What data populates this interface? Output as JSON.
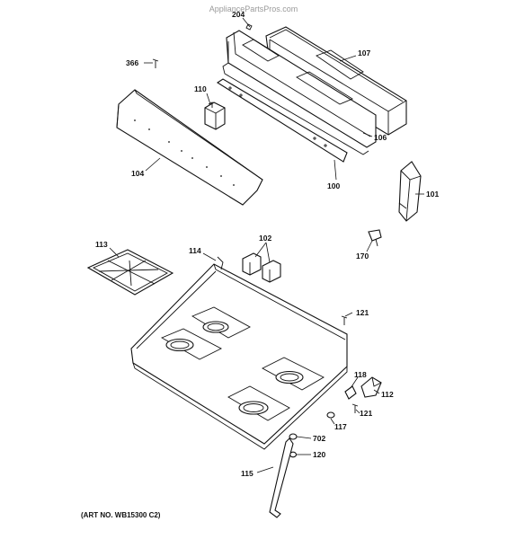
{
  "watermark": "AppliancePartsPros.com",
  "art_number": "(ART NO. WB15300 C2)",
  "callouts": {
    "p204": "204",
    "p107": "107",
    "p366": "366",
    "p110": "110",
    "p104": "104",
    "p106": "106",
    "p100": "100",
    "p101": "101",
    "p170": "170",
    "p113": "113",
    "p114": "114",
    "p102": "102",
    "p121a": "121",
    "p118": "118",
    "p112": "112",
    "p121b": "121",
    "p117": "117",
    "p702": "702",
    "p120": "120",
    "p115": "115"
  }
}
